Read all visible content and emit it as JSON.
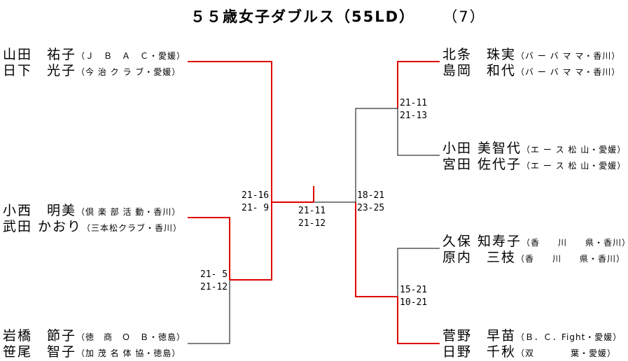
{
  "title": "５５歳女子ダブルス（55LD）",
  "title_num": "（7）",
  "players": [
    {
      "name": "山田　祐子",
      "club": "（Ｊ　Ｂ　Ａ　Ｃ・愛媛）"
    },
    {
      "name": "日下　光子",
      "club": "（今 治 ク ラ ブ・愛媛）"
    },
    {
      "name": "小西　明美",
      "club": "（倶 楽 部 活 動・香川）"
    },
    {
      "name": "武田 かおり",
      "club": "（三本松クラブ・香川）"
    },
    {
      "name": "岩橋　節子",
      "club": "（徳　商　Ｏ　Ｂ・徳島）"
    },
    {
      "name": "笹尾　智子",
      "club": "（加 茂 名 体 協・徳島）"
    },
    {
      "name": "北条　珠実",
      "club": "（バ ー バ マ マ・香川）"
    },
    {
      "name": "島岡　和代",
      "club": "（バ ー バ マ マ・香川）"
    },
    {
      "name": "小田 美智代",
      "club": "（エ ー ス 松 山・愛媛）"
    },
    {
      "name": "宮田 佐代子",
      "club": "（エ ー ス 松 山・愛媛）"
    },
    {
      "name": "久保 知寿子",
      "club": "（香　　川　　県・香川）"
    },
    {
      "name": "原内　三枝",
      "club": "（香　　川　　県・香川）"
    },
    {
      "name": "菅野　早苗",
      "club": "（Ｂ．Ｃ．Fight・愛媛）"
    },
    {
      "name": "日野　千秋",
      "club": "（双　　　　葉・愛媛）"
    }
  ],
  "scores": {
    "left_semi": {
      "a": "21-16",
      "b": "21- 9"
    },
    "left_qf": {
      "a": "21- 5",
      "b": "21-12"
    },
    "final": {
      "a": "21-11",
      "b": "21-12"
    },
    "right_semi": {
      "a": "18-21",
      "b": "23-25"
    },
    "right_qf1": {
      "a": "21-11",
      "b": "21-13"
    },
    "right_qf2": {
      "a": "15-21",
      "b": "10-21"
    }
  },
  "colors": {
    "winner_line": "#e00000",
    "line": "#000000"
  }
}
